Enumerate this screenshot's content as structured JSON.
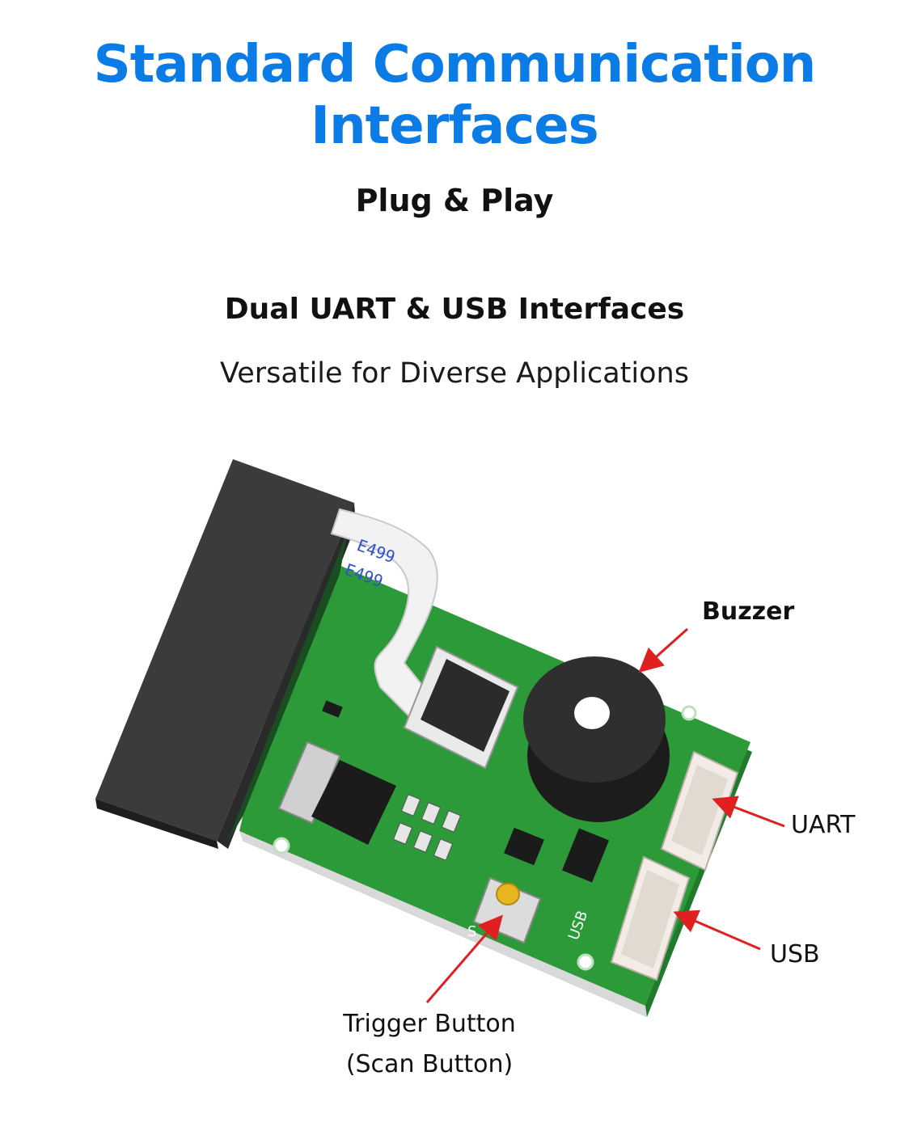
{
  "header": {
    "title_line1": "Standard Communication",
    "title_line2": "Interfaces",
    "subtitle": "Plug & Play"
  },
  "feature": {
    "heading": "Dual UART & USB Interfaces",
    "tagline": "Versatile for Diverse Applications"
  },
  "board_markings": {
    "cable_text_1": "E499",
    "cable_text_2": "E499",
    "silk_usb": "USB",
    "silk_s": "S"
  },
  "callouts": {
    "buzzer": "Buzzer",
    "uart": "UART",
    "usb": "USB",
    "trigger_line1": "Trigger Button",
    "trigger_line2": "(Scan Button)"
  },
  "colors": {
    "title": "#0b7ce6",
    "pcb": "#2d9a3a",
    "arrow": "#e02020",
    "module": "#2a2a2a"
  }
}
